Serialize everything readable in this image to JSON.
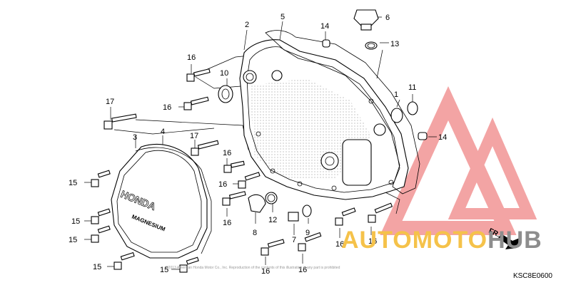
{
  "callouts": {
    "c1": "1",
    "c2": "2",
    "c3": "3",
    "c4": "4",
    "c5": "5",
    "c6": "6",
    "c7": "7",
    "c8": "8",
    "c9": "9",
    "c10": "10",
    "c11": "11",
    "c12": "12",
    "c13": "13",
    "c14a": "14",
    "c14b": "14",
    "c15a": "15",
    "c15b": "15",
    "c15c": "15",
    "c15d": "15",
    "c15e": "15",
    "c16a": "16",
    "c16b": "16",
    "c16c": "16",
    "c16d": "16",
    "c16e": "16",
    "c16f": "16",
    "c16g": "16",
    "c16h": "16",
    "c17a": "17",
    "c17b": "17"
  },
  "cover_text": {
    "line1": "HONDA",
    "line2": "MAGNESIUM"
  },
  "direction_label": "FR.",
  "diagram_code": "KSC8E0600",
  "watermark": {
    "part1": "AUTOMOTO",
    "part2": "HUB"
  },
  "copyright_text": "©2013 American Honda Motor Co., Inc. Reproduction of the contents of this illustration in any part is prohibited",
  "colors": {
    "watermark_red": "#f08b8b",
    "watermark_yellow": "#f5c24a",
    "watermark_grey": "#8d8d8d"
  }
}
